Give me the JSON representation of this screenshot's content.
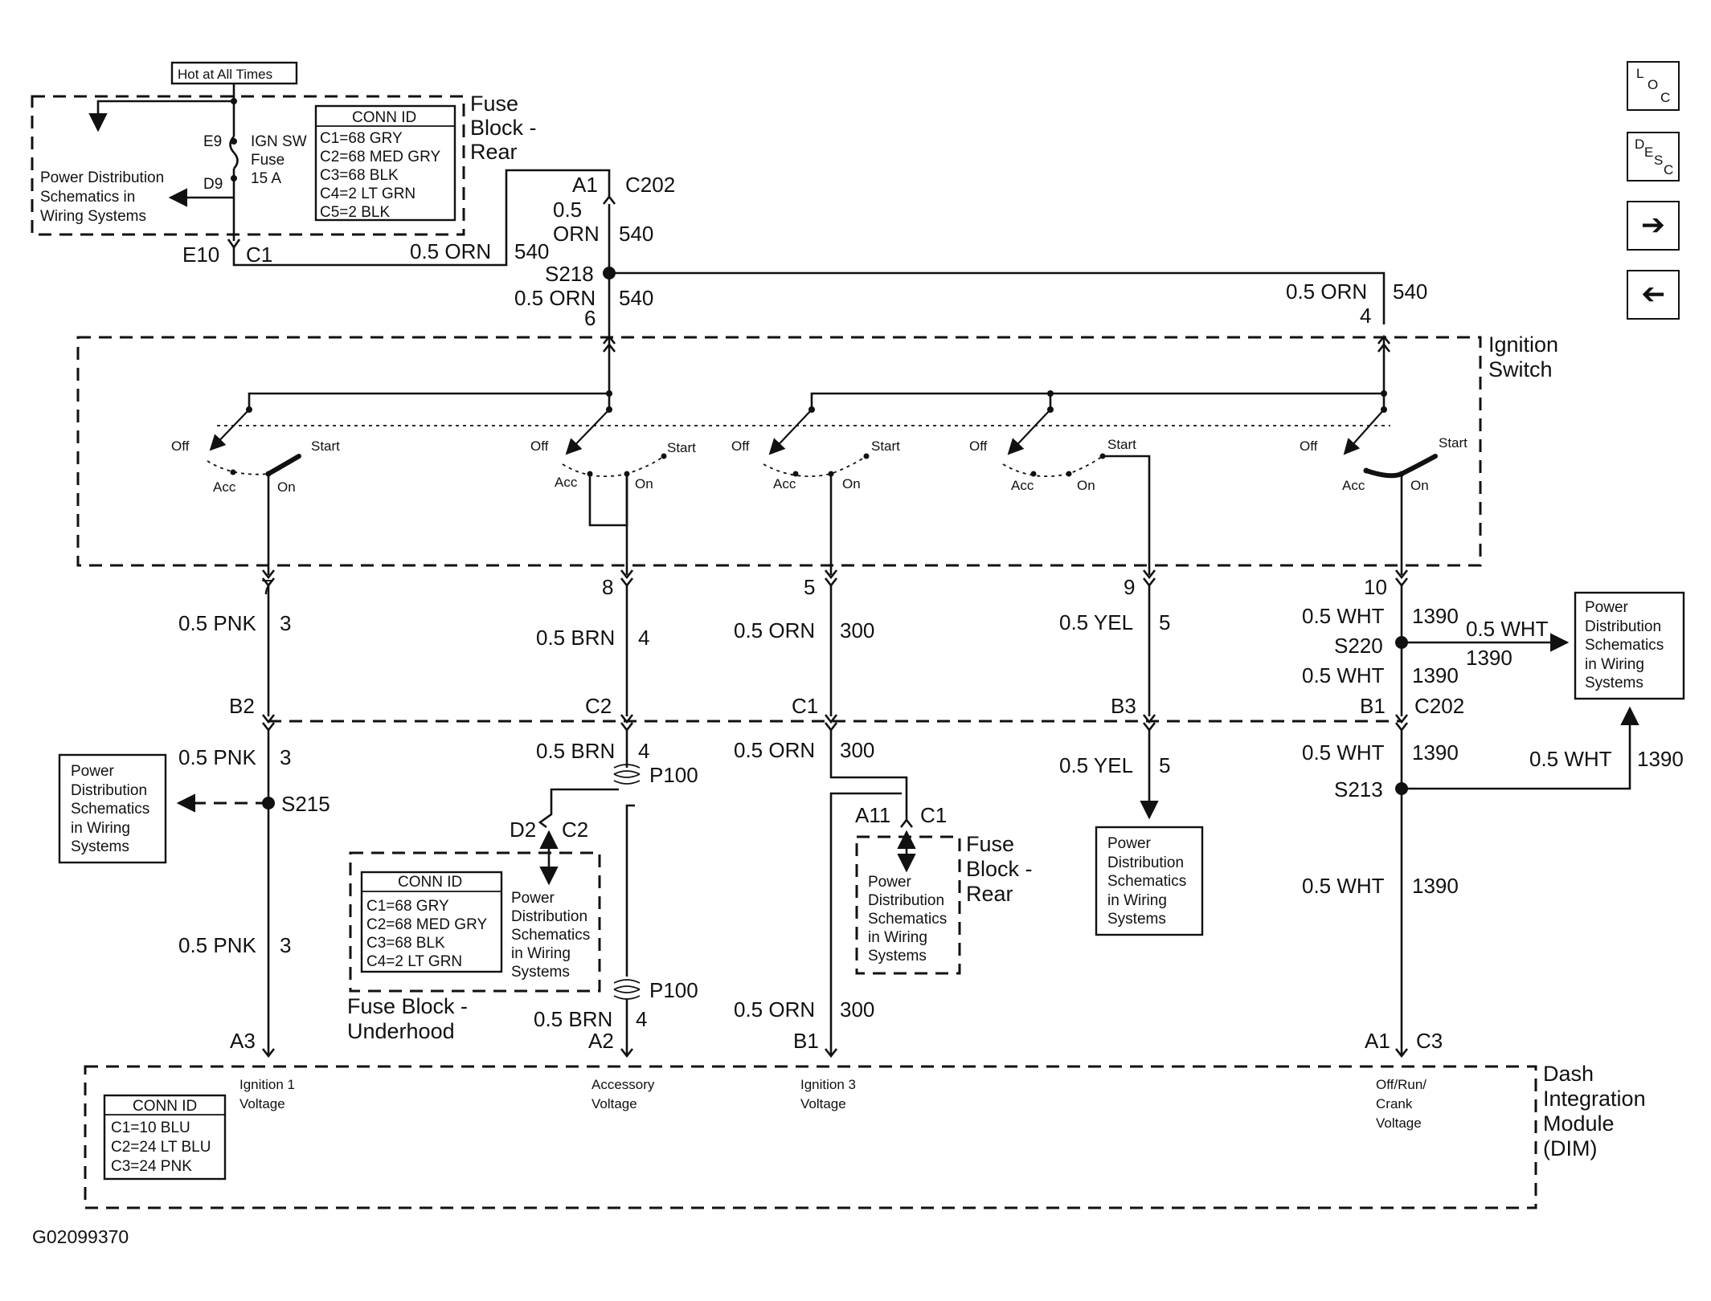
{
  "figure_id": "G02099370",
  "nav": {
    "loc": {
      "l1": "L",
      "l2": "O",
      "l3": "C"
    },
    "desc": {
      "l1": "D",
      "l2": "E",
      "l3": "S",
      "l4": "C"
    },
    "next_icon": "right-arrow-icon",
    "prev_icon": "left-arrow-icon"
  },
  "top": {
    "hot_label": "Hot at All Times",
    "fuse_block_rear": [
      "Fuse",
      "Block -",
      "Rear"
    ],
    "e9": "E9",
    "d9": "D9",
    "fuse_name": [
      "IGN SW",
      "Fuse",
      "15 A"
    ],
    "pds": [
      "Power Distribution",
      "Schematics in",
      "Wiring Systems"
    ],
    "conn_title": "CONN ID",
    "conn_items": [
      "C1=68 GRY",
      "C2=68 MED GRY",
      "C3=68 BLK",
      "C4=2 LT GRN",
      "C5=2 BLK"
    ],
    "e10": "E10",
    "c1": "C1",
    "wire_540": "0.5 ORN",
    "circ_540": "540",
    "a1": "A1",
    "c202": "C202",
    "orn_05": "0.5",
    "orn_word": "ORN",
    "circ_540b": "540",
    "s218": "S218",
    "s218_wire": "0.5 ORN",
    "s218_circ": "540",
    "pin6": "6",
    "right_wire": "0.5 ORN",
    "right_circ": "540",
    "pin4": "4"
  },
  "switch": {
    "title": [
      "Ignition",
      "Switch"
    ],
    "off": "Off",
    "start": "Start",
    "acc": "Acc",
    "on": "On"
  },
  "circuits": {
    "c1": {
      "pin": "7",
      "wire": "0.5 PNK",
      "circ": "3",
      "conn": "B2",
      "wire2": "0.5 PNK",
      "circ2": "3",
      "splice": "S215",
      "wire3": "0.5 PNK",
      "circ3": "3",
      "dim_pin": "A3",
      "dim_label": [
        "Ignition 1",
        "Voltage"
      ]
    },
    "c2": {
      "pin": "8",
      "wire": "0.5 BRN",
      "circ": "4",
      "conn": "C2",
      "wire2": "0.5 BRN",
      "circ2": "4",
      "p100a": "P100",
      "d2": "D2",
      "c2lbl": "C2",
      "p100b": "P100",
      "wire3": "0.5 BRN",
      "circ3": "4",
      "dim_pin": "A2",
      "dim_label": [
        "Accessory",
        "Voltage"
      ]
    },
    "c3": {
      "pin": "5",
      "wire": "0.5 ORN",
      "circ": "300",
      "conn": "C1",
      "wire2": "0.5 ORN",
      "circ2": "300",
      "a11": "A11",
      "c1lbl": "C1",
      "wire3": "0.5 ORN",
      "circ3": "300",
      "dim_pin": "B1",
      "dim_label": [
        "Ignition 3",
        "Voltage"
      ]
    },
    "c4": {
      "pin": "9",
      "wire": "0.5 YEL",
      "circ": "5",
      "conn": "B3",
      "wire2": "0.5 YEL",
      "circ2": "5"
    },
    "c5": {
      "pin": "10",
      "wire": "0.5 WHT",
      "circ": "1390",
      "splice": "S220",
      "wire_b": "0.5 WHT",
      "circ_b": "1390",
      "branch_wire": "0.5 WHT",
      "branch_circ": "1390",
      "conn": "B1",
      "conn2": "C202",
      "wire2": "0.5 WHT",
      "circ2": "1390",
      "s213": "S213",
      "s213_wire": "0.5 WHT",
      "s213_circ": "1390",
      "wire3": "0.5 WHT",
      "circ3": "1390",
      "dim_pin": "A1",
      "dim_conn": "C3",
      "dim_label": [
        "Off/Run/",
        "Crank",
        "Voltage"
      ]
    }
  },
  "pds_box": [
    "Power",
    "Distribution",
    "Schematics",
    "in Wiring",
    "Systems"
  ],
  "pds_box_left": [
    "Power",
    "Distribution",
    "Schematics",
    "in Wiring",
    "Systems"
  ],
  "underhood": {
    "conn_title": "CONN ID",
    "conn_items": [
      "C1=68 GRY",
      "C2=68 MED GRY",
      "C3=68 BLK",
      "C4=2 LT GRN"
    ],
    "pds": [
      "Power",
      "Distribution",
      "Schematics",
      "in Wiring",
      "Systems"
    ],
    "title": [
      "Fuse Block -",
      "Underhood"
    ]
  },
  "rear2": {
    "pds": [
      "Power",
      "Distribution",
      "Schematics",
      "in Wiring",
      "Systems"
    ],
    "title": [
      "Fuse",
      "Block -",
      "Rear"
    ]
  },
  "dim": {
    "title": [
      "Dash",
      "Integration",
      "Module",
      "(DIM)"
    ],
    "conn_title": "CONN ID",
    "conn_items": [
      "C1=10 BLU",
      "C2=24 LT BLU",
      "C3=24 PNK"
    ]
  }
}
